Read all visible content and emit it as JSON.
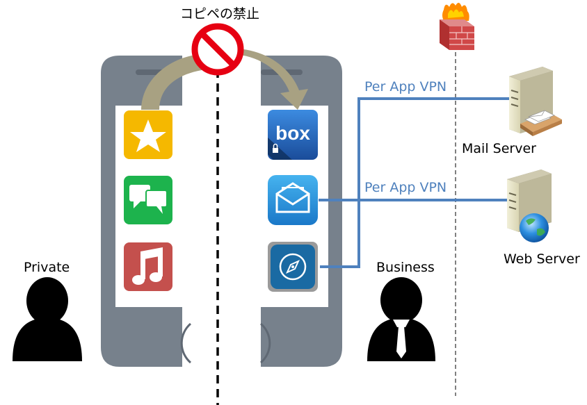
{
  "title": "コピペの禁止",
  "labels": {
    "private": "Private",
    "business": "Business",
    "mail_server": "Mail Server",
    "web_server": "Web Server",
    "vpn_top": "Per App VPN",
    "vpn_middle": "Per App VPN",
    "box_text": "box"
  },
  "private_apps": [
    "star-app-icon",
    "messages-app-icon",
    "music-app-icon"
  ],
  "business_apps": [
    "box-app-icon",
    "mail-app-icon",
    "browser-app-icon"
  ],
  "colors": {
    "phone_body": "#77818c",
    "phone_screen": "#ffffff",
    "arrow": "#a8a182",
    "vpn_line": "#4f81bd",
    "no_sign": "#e60012",
    "star_app": "#f5b800",
    "messages_app": "#1db34d",
    "music_app": "#c4504d",
    "box_app": "#1f5fa8",
    "mail_app": "#2a8fd6",
    "browser_app": "#1a6aa3"
  }
}
